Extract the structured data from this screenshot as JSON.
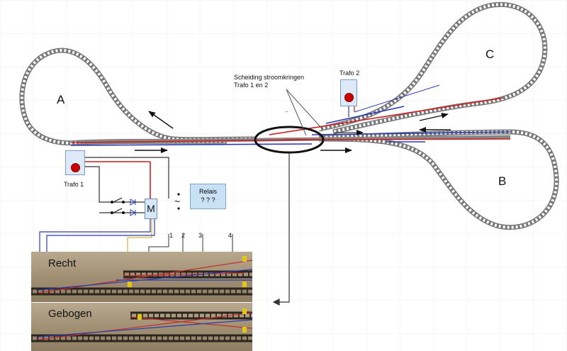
{
  "colors": {
    "track": "#6b6b6b",
    "red_wire": "#cc1f1f",
    "blue_wire": "#2a3bb0",
    "grid": "#eeeeee",
    "trafo_fill": "#dde9f7",
    "trafo_knob": "#c80000"
  },
  "loops": {
    "a_label": "A",
    "b_label": "B",
    "c_label": "C"
  },
  "separation": {
    "text_line1": "Scheiding stroomkringen",
    "text_line2": "Trafo 1 en 2",
    "dots": ".."
  },
  "trafo1": {
    "label": "Trafo 1"
  },
  "trafo2": {
    "label": "Trafo 2"
  },
  "relais": {
    "line1": "Relais",
    "line2": "? ? ?"
  },
  "motor": {
    "label": "M"
  },
  "ac_symbol": "~",
  "markers": [
    "1",
    "2",
    "3",
    "4"
  ],
  "photos": [
    {
      "label": "Recht"
    },
    {
      "label": "Gebogen"
    }
  ],
  "icons": [
    "arrow-icon",
    "switch-icon",
    "diode-icon",
    "ac-icon"
  ]
}
